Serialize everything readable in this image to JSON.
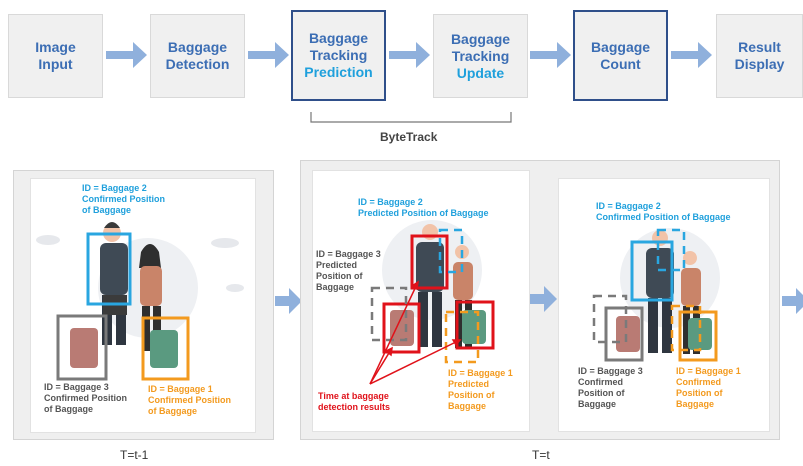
{
  "pipeline": {
    "stages": [
      {
        "line1": "Image",
        "line2": "Input"
      },
      {
        "line1": "Baggage",
        "line2": "Detection"
      },
      {
        "line1": "Baggage",
        "line2": "Tracking",
        "line3": "Prediction"
      },
      {
        "line1": "Baggage",
        "line2": "Tracking",
        "line3": "Update"
      },
      {
        "line1": "Baggage",
        "line2": "Count"
      },
      {
        "line1": "Result",
        "line2": "Display"
      }
    ],
    "bracket_label": "ByteTrack"
  },
  "frames": {
    "left": {
      "caption": "T=t-1",
      "blue_label": [
        "ID = Baggage 2",
        "Confirmed Position",
        "of Baggage"
      ],
      "gray_label": [
        "ID = Baggage 3",
        "Confirmed Position",
        "of Baggage"
      ],
      "orange_label": [
        "ID = Baggage 1",
        "Confirmed Position",
        "of Baggage"
      ]
    },
    "middle": {
      "caption": "T=t",
      "blue_label": [
        "ID = Baggage 2",
        "Predicted Position of Baggage"
      ],
      "gray_label": [
        "ID = Baggage 3",
        "Predicted",
        "Position of",
        "Baggage"
      ],
      "orange_label": [
        "ID = Baggage 1",
        "Predicted",
        "Position of",
        "Baggage"
      ],
      "red_label": [
        "Time at baggage",
        "detection results"
      ]
    },
    "right": {
      "blue_label": [
        "ID = Baggage 2",
        "Confirmed Position of Baggage"
      ],
      "gray_label": [
        "ID = Baggage 3",
        "Confirmed",
        "Position of",
        "Baggage"
      ],
      "orange_label": [
        "ID = Baggage 1",
        "Confirmed",
        "Position of",
        "Baggage"
      ]
    }
  },
  "colors": {
    "stage_text": "#3c6eb4",
    "highlight": "#1fa0dc",
    "arrow": "#8fb0dc",
    "blue_box": "#29a6e0",
    "orange_box": "#f39a1e",
    "gray_box": "#7a7a7a",
    "red_box": "#e0121a"
  }
}
